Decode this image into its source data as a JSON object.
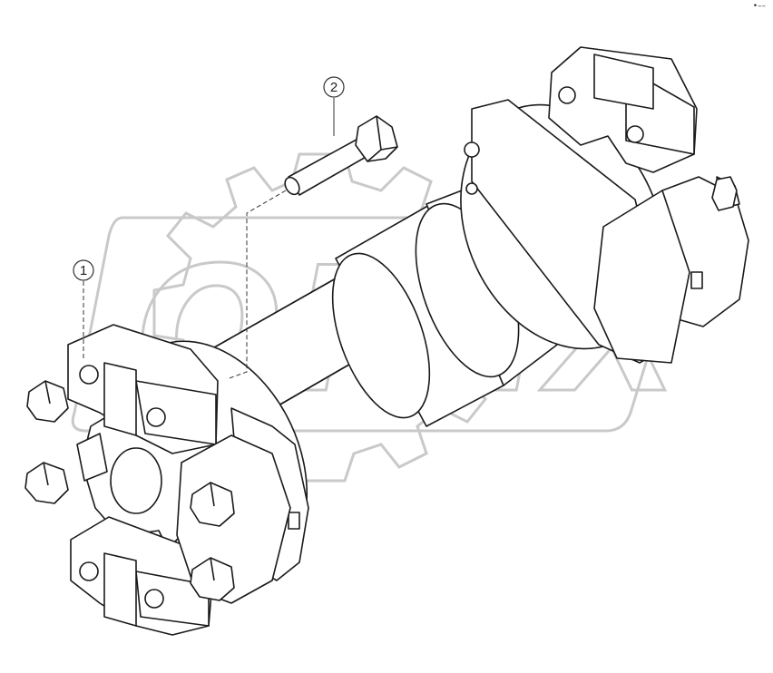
{
  "callouts": [
    {
      "number": "1"
    },
    {
      "number": "2"
    }
  ],
  "watermark": {
    "text": "OPEX"
  },
  "corner_mark": "•––",
  "colors": {
    "line": "#1a1a1a",
    "watermark": "#c9c9c9",
    "background": "#ffffff"
  }
}
